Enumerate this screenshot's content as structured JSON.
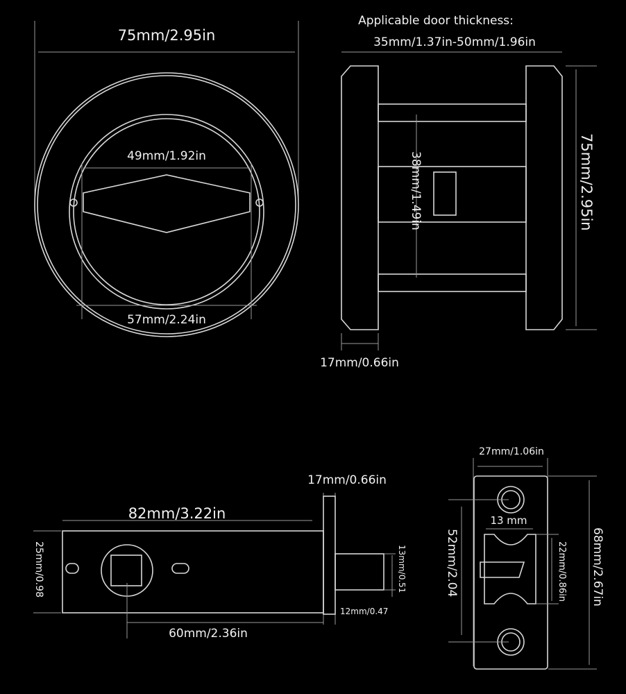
{
  "front_view": {
    "outer_diameter": "75mm/2.95in",
    "handle_width": "49mm/1.92in",
    "inner_diameter": "57mm/2.24in"
  },
  "side_view": {
    "door_thickness_title": "Applicable door thickness:",
    "door_thickness_range": "35mm/1.37in-50mm/1.96in",
    "height": "75mm/2.95in",
    "spindle_height": "38mm/1.49in",
    "rose_depth": "17mm/0.66in"
  },
  "latch_view": {
    "faceplate_depth": "17mm/0.66in",
    "length": "82mm/3.22in",
    "height": "25mm/0.98",
    "backset": "60mm/2.36in",
    "bolt_height": "13mm/0.51",
    "bolt_projection": "12mm/0.47"
  },
  "strike_view": {
    "width": "27mm/1.06in",
    "opening_width": "13 mm",
    "hole_spacing": "52mm/2.04",
    "opening_height": "22mm/0.86in",
    "height": "68mm/2.67in"
  }
}
